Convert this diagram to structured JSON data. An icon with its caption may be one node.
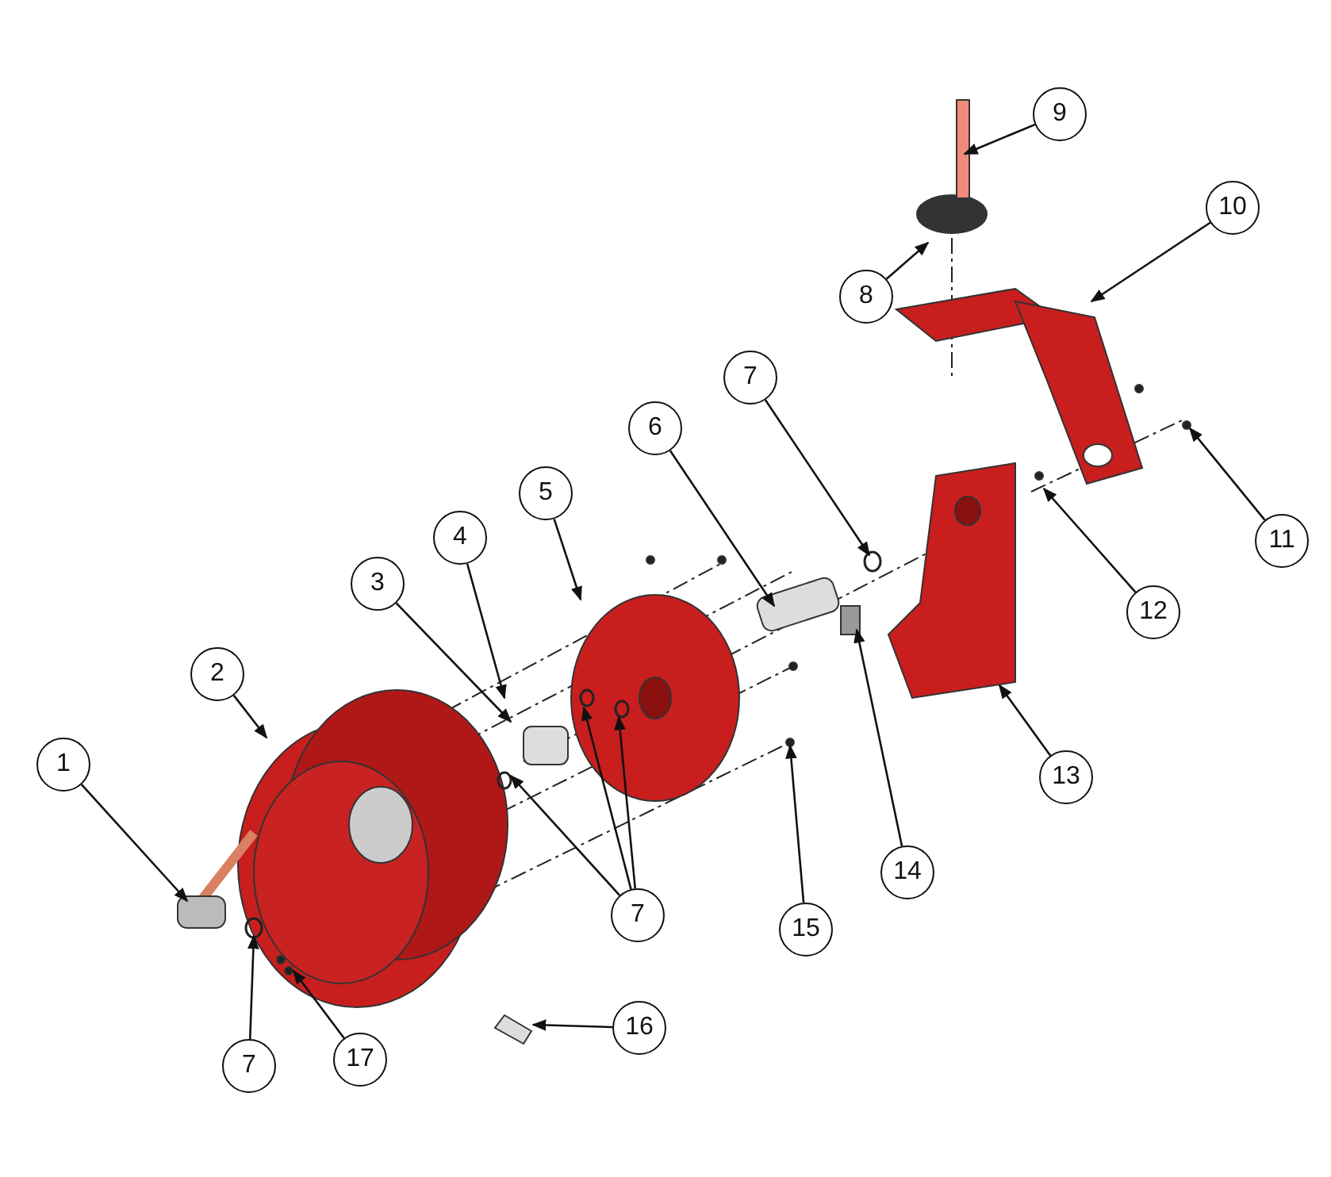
{
  "diagram": {
    "nodes": [
      {
        "text": [
          "9"
        ]
      },
      {
        "text": [
          "10"
        ]
      },
      {
        "text": [
          "8"
        ]
      },
      {
        "text": [
          "7"
        ]
      },
      {
        "text": [
          "6"
        ]
      },
      {
        "text": [
          "5"
        ]
      },
      {
        "text": [
          "4"
        ]
      },
      {
        "text": [
          "3"
        ]
      },
      {
        "text": [
          "11"
        ]
      },
      {
        "text": [
          "12"
        ]
      },
      {
        "text": [
          "2"
        ]
      },
      {
        "text": [
          "13"
        ]
      },
      {
        "text": [
          "1"
        ]
      },
      {
        "text": [
          "7"
        ]
      },
      {
        "text": [
          "14"
        ]
      },
      {
        "text": [
          "15"
        ]
      },
      {
        "text": [
          "16"
        ]
      },
      {
        "text": [
          "7"
        ]
      },
      {
        "text": [
          "17"
        ]
      }
    ],
    "edges": [
      {
        "from": 0,
        "to": null,
        "arrow": "to"
      },
      {
        "from": 1,
        "to": null,
        "arrow": "to"
      },
      {
        "from": 2,
        "to": null,
        "arrow": "to"
      },
      {
        "from": 3,
        "to": null,
        "arrow": "to"
      },
      {
        "from": 4,
        "to": null,
        "arrow": "to"
      },
      {
        "from": 5,
        "to": null,
        "arrow": "to"
      },
      {
        "from": 6,
        "to": null,
        "arrow": "to"
      },
      {
        "from": 7,
        "to": null,
        "arrow": "to"
      },
      {
        "from": 8,
        "to": null,
        "arrow": "to"
      },
      {
        "from": 9,
        "to": null,
        "arrow": "to"
      },
      {
        "from": 10,
        "to": null,
        "arrow": "to"
      },
      {
        "from": 11,
        "to": null,
        "arrow": "to"
      },
      {
        "from": 12,
        "to": null,
        "arrow": "to"
      },
      {
        "from": 13,
        "to": null,
        "arrow": "to"
      },
      {
        "from": 13,
        "to": null,
        "arrow": "to"
      },
      {
        "from": 13,
        "to": null,
        "arrow": "to"
      },
      {
        "from": 14,
        "to": null,
        "arrow": "to"
      },
      {
        "from": 15,
        "to": null,
        "arrow": "to"
      },
      {
        "from": 16,
        "to": null,
        "arrow": "to"
      },
      {
        "from": 17,
        "to": null,
        "arrow": "to"
      },
      {
        "from": 18,
        "to": null,
        "arrow": "to"
      }
    ]
  }
}
